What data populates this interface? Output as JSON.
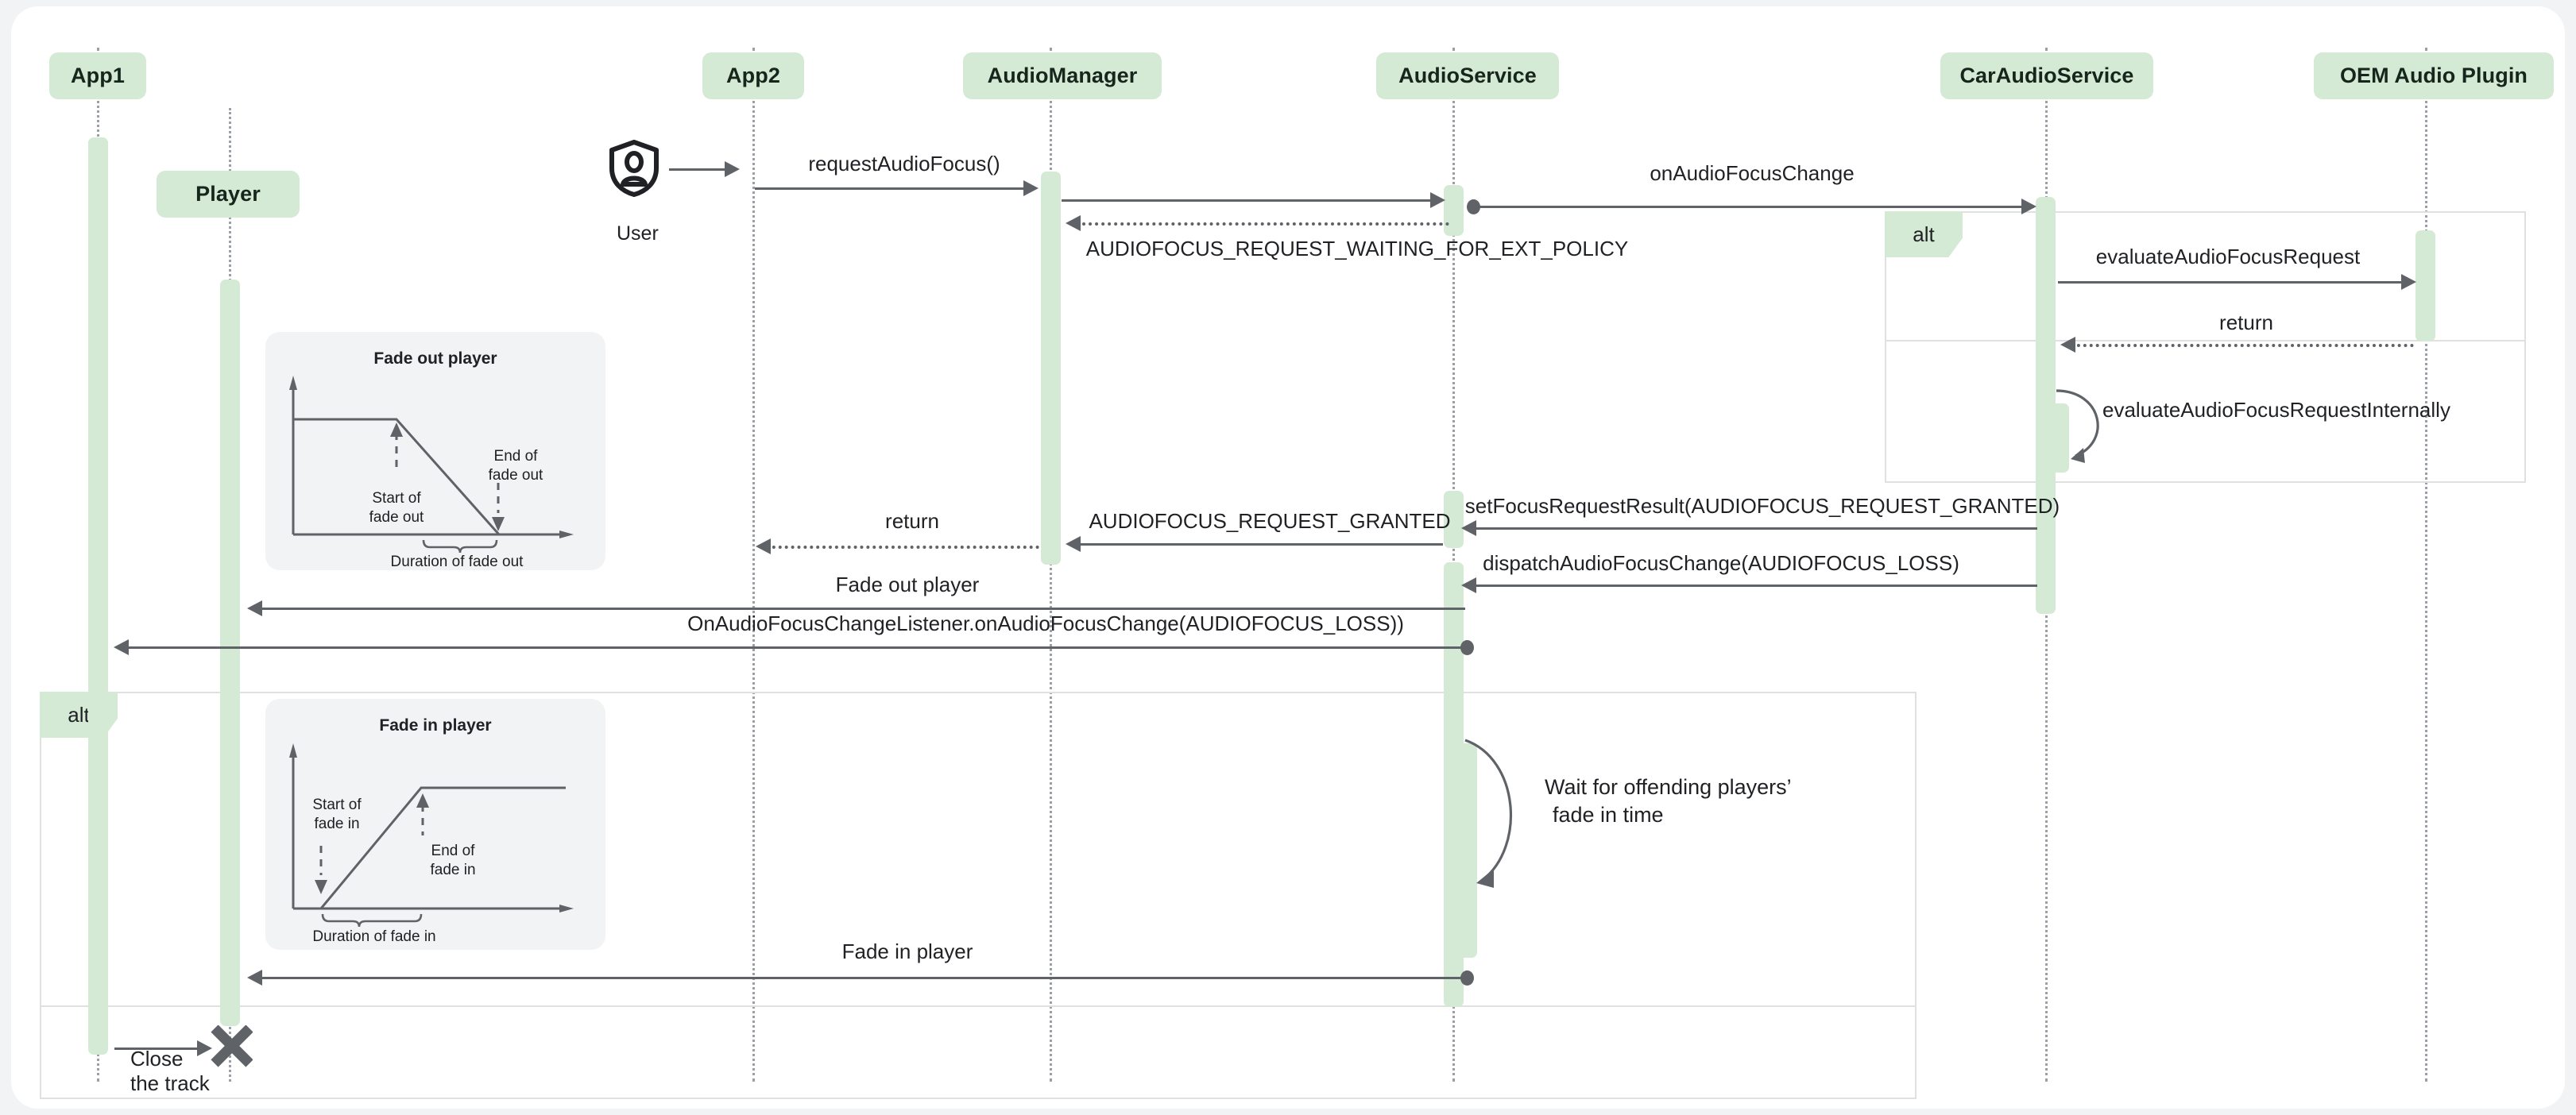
{
  "diagram": {
    "type": "uml-sequence-diagram",
    "title": "Android audio focus + fade sequence",
    "background": "#f1f3f4",
    "canvas_color": "#ffffff",
    "accent_color": "#d4ead5",
    "line_color": "#5f6368",
    "frame_color": "#e0e0e0"
  },
  "participants": [
    {
      "id": "app1",
      "label": "App1"
    },
    {
      "id": "player",
      "label": "Player"
    },
    {
      "id": "app2",
      "label": "App2"
    },
    {
      "id": "audiomanager",
      "label": "AudioManager"
    },
    {
      "id": "audioservice",
      "label": "AudioService"
    },
    {
      "id": "caraudioservice",
      "label": "CarAudioService"
    },
    {
      "id": "oemplugin",
      "label": "OEM Audio Plugin"
    }
  ],
  "actor": {
    "label": "User",
    "icon": "user-shield-icon"
  },
  "fragments": [
    {
      "id": "alt-right",
      "label": "alt"
    },
    {
      "id": "alt-left",
      "label": "alt"
    }
  ],
  "messages": [
    {
      "id": "m1",
      "text": "requestAudioFocus()"
    },
    {
      "id": "m2",
      "text": "onAudioFocusChange"
    },
    {
      "id": "m3",
      "text": "AUDIOFOCUS_REQUEST_WAITING_FOR_EXT_POLICY"
    },
    {
      "id": "m4",
      "text": "evaluateAudioFocusRequest"
    },
    {
      "id": "m5",
      "text": "return"
    },
    {
      "id": "m6",
      "text": "evaluateAudioFocusRequestInternally"
    },
    {
      "id": "m7",
      "text": "setFocusRequestResult(AUDIOFOCUS_REQUEST_GRANTED)"
    },
    {
      "id": "m8",
      "text": "AUDIOFOCUS_REQUEST_GRANTED"
    },
    {
      "id": "m9",
      "text": "return"
    },
    {
      "id": "m10",
      "text": "dispatchAudioFocusChange(AUDIOFOCUS_LOSS)"
    },
    {
      "id": "m11",
      "text": "Fade out player"
    },
    {
      "id": "m12",
      "text": "OnAudioFocusChangeListener.onAudioFocusChange(AUDIOFOCUS_LOSS))"
    },
    {
      "id": "m13",
      "text": "Wait for offending players’ fade in time"
    },
    {
      "id": "m14",
      "text": "Fade in player"
    },
    {
      "id": "m15",
      "text": "Close the track"
    }
  ],
  "chart_data": [
    {
      "type": "line",
      "id": "fade-out-chart",
      "title": "Fade out player",
      "xlabel": "",
      "ylabel": "",
      "grid": false,
      "legend": "none",
      "x": [
        0,
        0.48,
        1.0
      ],
      "values": [
        1,
        1,
        0
      ],
      "annotations": [
        {
          "text": "Start of\nfade out",
          "at_x": 0.48,
          "at_y": 1
        },
        {
          "text": "End of\nfade out",
          "at_x": 1.0,
          "at_y": 0
        },
        {
          "text": "Duration of fade out",
          "at_x": 0.74,
          "at_y": 0
        }
      ],
      "labels": {
        "start": "Start of\nfade out",
        "end": "End of\nfade out",
        "duration": "Duration of fade out"
      }
    },
    {
      "type": "line",
      "id": "fade-in-chart",
      "title": "Fade in player",
      "xlabel": "",
      "ylabel": "",
      "grid": false,
      "legend": "none",
      "x": [
        0.1,
        0.55,
        1.0
      ],
      "values": [
        0,
        1,
        1
      ],
      "annotations": [
        {
          "text": "Start of\nfade in",
          "at_x": 0.1,
          "at_y": 0
        },
        {
          "text": "End of\nfade in",
          "at_x": 0.55,
          "at_y": 1
        },
        {
          "text": "Duration of fade in",
          "at_x": 0.33,
          "at_y": 0
        }
      ],
      "labels": {
        "start": "Start of\nfade in",
        "end": "End of\nfade in",
        "duration": "Duration of fade in"
      }
    }
  ],
  "fade_out_chart": {
    "title": "Fade out player",
    "start": "Start of",
    "start2": "fade out",
    "end": "End of",
    "end2": "fade out",
    "duration": "Duration of fade out"
  },
  "fade_in_chart": {
    "title": "Fade in player",
    "start": "Start of",
    "start2": "fade in",
    "end": "End of",
    "end2": "fade in",
    "duration": "Duration of fade in"
  },
  "close_track": {
    "line1": "Close",
    "line2": "the track"
  },
  "wait_note": {
    "line1": "Wait for offending players’",
    "line2": "fade in time"
  }
}
